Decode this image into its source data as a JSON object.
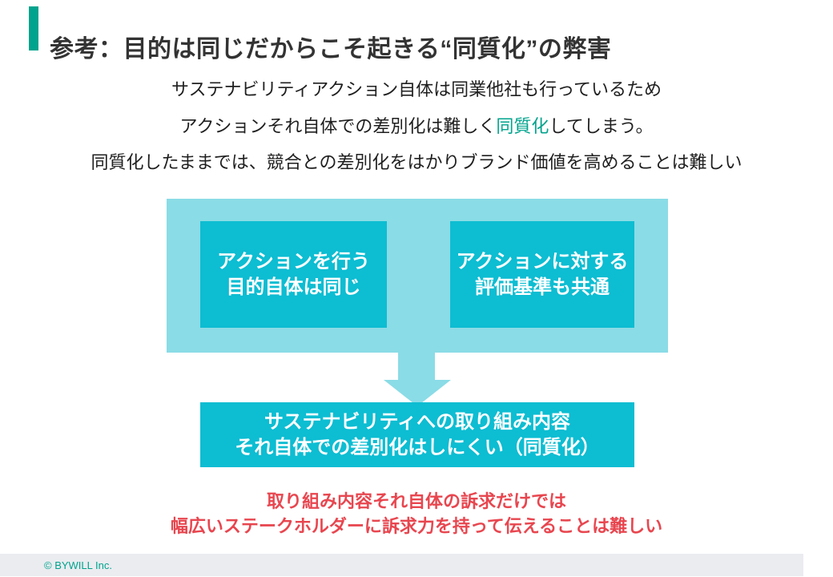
{
  "title": {
    "text": "参考：目的は同じだからこそ起きる“同質化”の弊害"
  },
  "intro": {
    "line1": "サステナビリティアクション自体は同業他社も行っているため",
    "line2_prefix": "アクションそれ自体での差別化は難しく",
    "line2_highlight": "同質化",
    "line2_suffix": "してしまう。",
    "line3": "同質化したままでは、競合との差別化をはかりブランド価値を高めることは難しい"
  },
  "diagram": {
    "cause_box_left": {
      "line1": "アクションを行う",
      "line2": "目的自体は同じ"
    },
    "cause_box_right": {
      "line1": "アクションに対する",
      "line2": "評価基準も共通"
    },
    "result_box": {
      "line1": "サステナビリティへの取り組み内容",
      "line2": "それ自体での差別化はしにくい（同質化）"
    }
  },
  "conclusion": {
    "line1": "取り組み内容それ自体の訴求だけでは",
    "line2": "幅広いステークホルダーに訴求力を持って伝えることは難しい"
  },
  "footer": {
    "copyright": "© BYWILL Inc."
  },
  "colors": {
    "accent_teal": "#00A38D",
    "light_cyan": "#8ADCE6",
    "dark_cyan": "#0DBDD2",
    "alert_red": "#E8464F",
    "footer_bg": "#EAECF0"
  }
}
